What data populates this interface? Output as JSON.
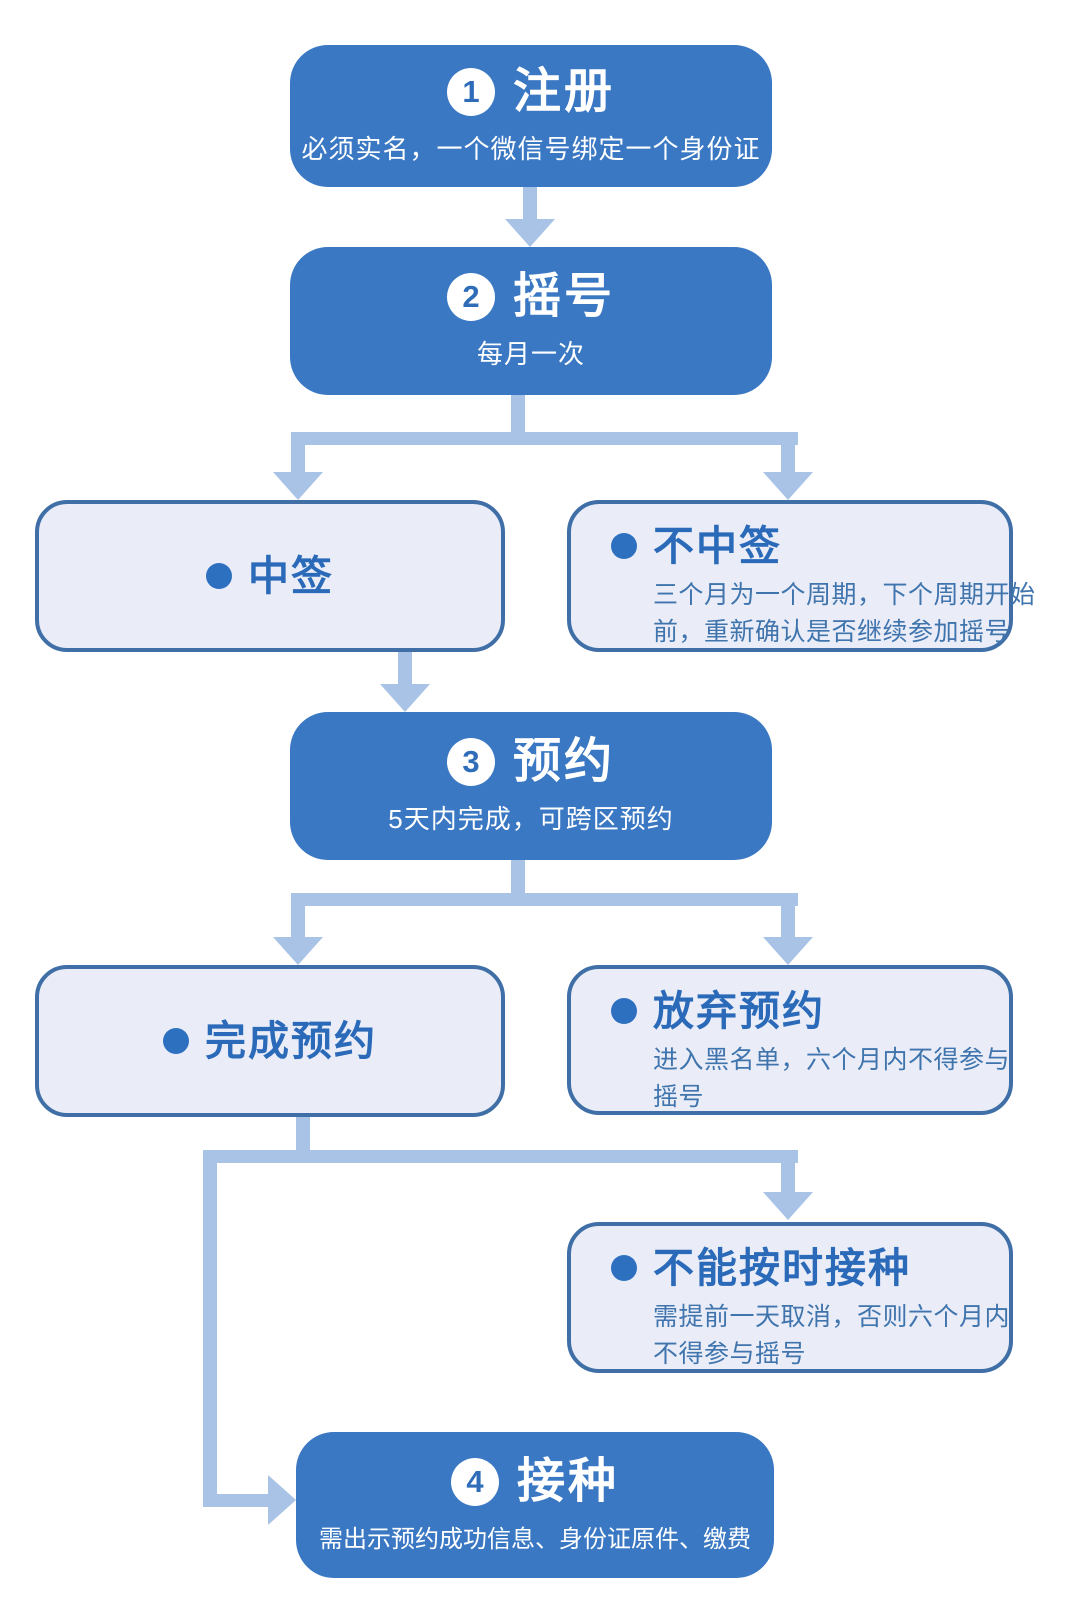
{
  "palette": {
    "background": "#ffffff",
    "step_box": "#3a78c3",
    "step_text": "#ffffff",
    "badge_bg": "#ffffff",
    "badge_text": "#2f6db9",
    "outcome_fill": "#eaedf8",
    "outcome_border": "#3f6fa6",
    "outcome_title": "#2a6ab8",
    "outcome_note": "#3f74ad",
    "bullet": "#2d70c0",
    "connector": "#a9c3e6"
  },
  "steps": [
    {
      "num": "1",
      "title": "注册",
      "subtitle": "必须实名，一个微信号绑定一个身份证"
    },
    {
      "num": "2",
      "title": "摇号",
      "subtitle": "每月一次"
    },
    {
      "num": "3",
      "title": "预约",
      "subtitle": "5天内完成，可跨区预约"
    },
    {
      "num": "4",
      "title": "接种",
      "subtitle": "需出示预约成功信息、身份证原件、缴费"
    }
  ],
  "outcomes": {
    "win": {
      "title": "中签"
    },
    "lose": {
      "title": "不中签",
      "note": "三个月为一个周期，下个周期开始\n前，重新确认是否继续参加摇号"
    },
    "complete": {
      "title": "完成预约"
    },
    "abandon": {
      "title": "放弃预约",
      "note": "进入黑名单，六个月内不得参与\n摇号"
    },
    "late": {
      "title": "不能按时接种",
      "note": "需提前一天取消，否则六个月内\n不得参与摇号"
    }
  }
}
